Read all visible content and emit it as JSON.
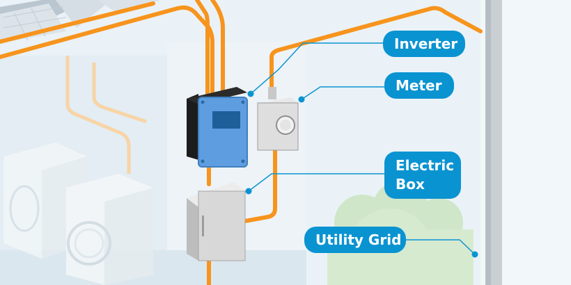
{
  "labels": {
    "inverter": "Inverter",
    "meter": "Meter",
    "electric_box_line1": "Electric",
    "electric_box_line2": "Box",
    "utility_grid": "Utility Grid"
  },
  "colors": {
    "wire": "#f7941d",
    "label_bg": "#0a93d1",
    "inverter_body": "#5e9de0",
    "pole": "#c9cfd3"
  },
  "icons": [
    "solar-panel-icon",
    "inverter-icon",
    "meter-icon",
    "electric-box-icon",
    "washing-machine-icon",
    "dryer-icon",
    "tree-icon",
    "utility-pole-icon"
  ]
}
